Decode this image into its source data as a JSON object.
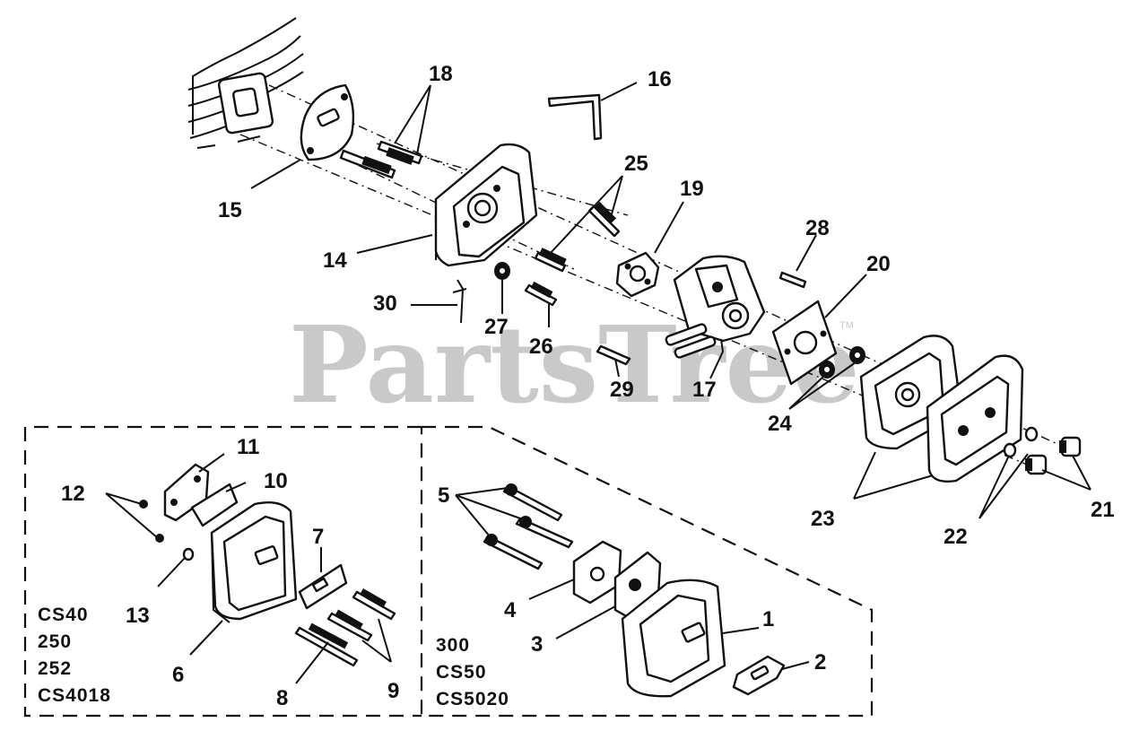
{
  "watermark": {
    "text": "PartsTree",
    "mark": "TM"
  },
  "callouts": [
    {
      "id": "1",
      "label": "1"
    },
    {
      "id": "2",
      "label": "2"
    },
    {
      "id": "3",
      "label": "3"
    },
    {
      "id": "4",
      "label": "4"
    },
    {
      "id": "5",
      "label": "5"
    },
    {
      "id": "6",
      "label": "6"
    },
    {
      "id": "7",
      "label": "7"
    },
    {
      "id": "8",
      "label": "8"
    },
    {
      "id": "9",
      "label": "9"
    },
    {
      "id": "10",
      "label": "10"
    },
    {
      "id": "11",
      "label": "11"
    },
    {
      "id": "12",
      "label": "12"
    },
    {
      "id": "13",
      "label": "13"
    },
    {
      "id": "14",
      "label": "14"
    },
    {
      "id": "15",
      "label": "15"
    },
    {
      "id": "16",
      "label": "16"
    },
    {
      "id": "17",
      "label": "17"
    },
    {
      "id": "18",
      "label": "18"
    },
    {
      "id": "19",
      "label": "19"
    },
    {
      "id": "20",
      "label": "20"
    },
    {
      "id": "21",
      "label": "21"
    },
    {
      "id": "22",
      "label": "22"
    },
    {
      "id": "23",
      "label": "23"
    },
    {
      "id": "24",
      "label": "24"
    },
    {
      "id": "25",
      "label": "25"
    },
    {
      "id": "26",
      "label": "26"
    },
    {
      "id": "27",
      "label": "27"
    },
    {
      "id": "28",
      "label": "28"
    },
    {
      "id": "29",
      "label": "29"
    },
    {
      "id": "30",
      "label": "30"
    }
  ],
  "model_groups": {
    "left": [
      "CS40",
      "250",
      "252",
      "CS4018"
    ],
    "right": [
      "300",
      "CS50",
      "CS5020"
    ]
  }
}
